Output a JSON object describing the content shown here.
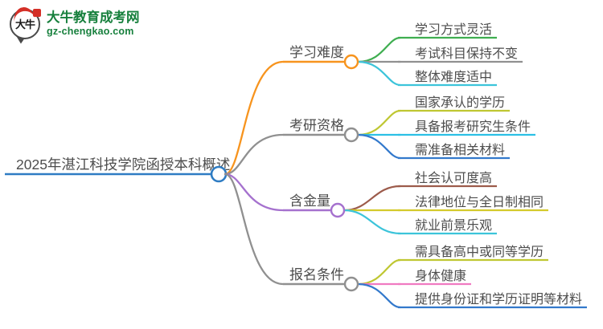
{
  "logo": {
    "icon_text": "大牛",
    "title": "大牛教育成考网",
    "subtitle": "gz-chengkao.com",
    "brand_green": "#17803d",
    "brand_red": "#d42f27"
  },
  "mindmap": {
    "root": {
      "label": "2025年湛江科技学院函授本科概述",
      "color": "#2e7cc3"
    },
    "branches": [
      {
        "label": "学习难度",
        "color": "#f7941e",
        "children": [
          {
            "label": "学习方式灵活",
            "color": "#3fae50"
          },
          {
            "label": "考试科目保持不变",
            "color": "#909090"
          },
          {
            "label": "整体难度适中",
            "color": "#3cc4da"
          }
        ]
      },
      {
        "label": "考研资格",
        "color": "#909090",
        "children": [
          {
            "label": "国家承认的学历",
            "color": "#bfc732"
          },
          {
            "label": "具备报考研究生条件",
            "color": "#2cc0e5"
          },
          {
            "label": "需准备相关材料",
            "color": "#3379cc"
          }
        ]
      },
      {
        "label": "含金量",
        "color": "#a571ce",
        "children": [
          {
            "label": "社会认可度高",
            "color": "#9c5b4b"
          },
          {
            "label": "法律地位与全日制相同",
            "color": "#d4ca2c"
          },
          {
            "label": "就业前景乐观",
            "color": "#3cc4da"
          }
        ]
      },
      {
        "label": "报名条件",
        "color": "#909090",
        "children": [
          {
            "label": "需具备高中或同等学历",
            "color": "#bfc732"
          },
          {
            "label": "身体健康",
            "color": "#f07ac1"
          },
          {
            "label": "提供身份证和学历证明等材料",
            "color": "#3379cc"
          }
        ]
      }
    ]
  }
}
